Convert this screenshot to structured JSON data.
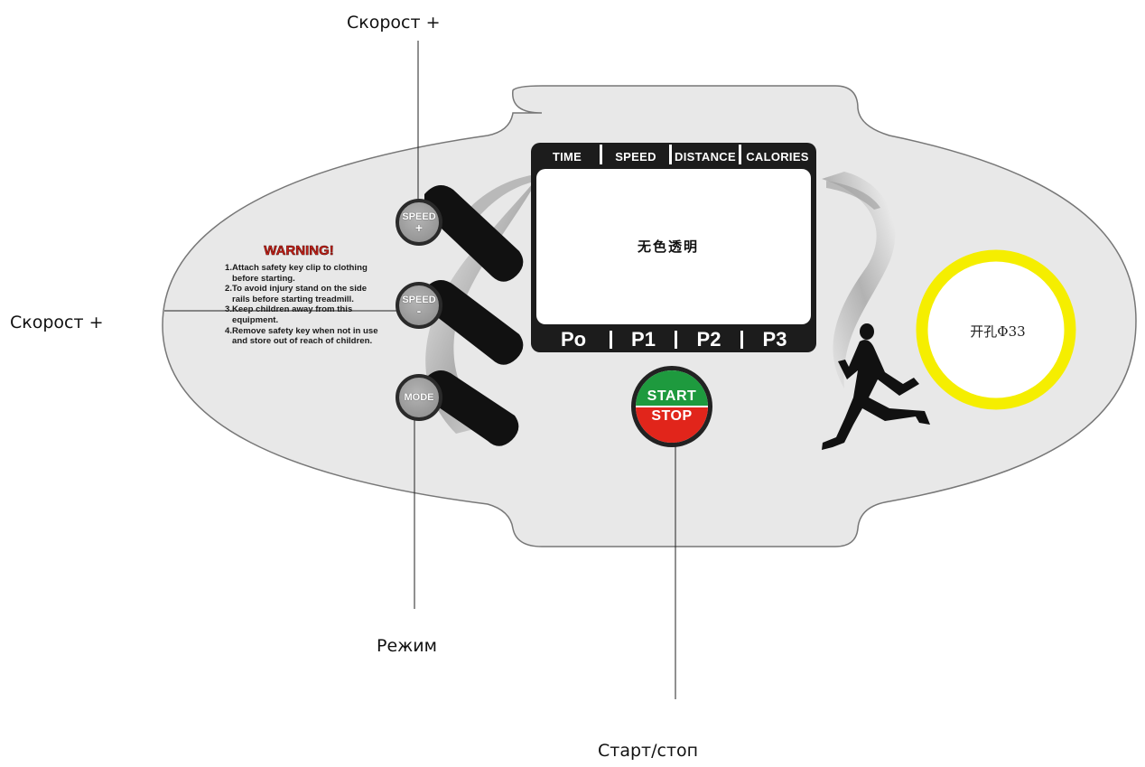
{
  "callouts": {
    "speed_up_top": "Скорост +",
    "speed_down_left": "Скорост +",
    "mode": "Режим",
    "start_stop": "Старт/стоп"
  },
  "warning": {
    "title": "WARNING!",
    "items": [
      "1.Attach safety key clip to clothing",
      "before starting.",
      "2.To avoid injury stand on the side",
      "rails before starting treadmill.",
      "3.Keep children away from this",
      "equipment.",
      "4.Remove safety key when not in use",
      "and store out of reach of children."
    ]
  },
  "display": {
    "headers": [
      "TIME",
      "SPEED",
      "DISTANCE",
      "CALORIES"
    ],
    "programs": [
      "Po",
      "P1",
      "P2",
      "P3"
    ],
    "center_note": "无色透明"
  },
  "buttons": {
    "speed_up": {
      "line1": "SPEED",
      "line2": "+"
    },
    "speed_down": {
      "line1": "SPEED",
      "line2": "-"
    },
    "mode": "MODE",
    "start": "START",
    "stop": "STOP"
  },
  "hole": {
    "label": "开孔Φ33"
  },
  "colors": {
    "panel": "#e8e8e8",
    "lcd_frame": "#1c1c1c",
    "start_green": "#1e9a3e",
    "stop_red": "#e1251b",
    "ring_yellow": "#f5ee00",
    "warning_red": "#c8231b"
  }
}
